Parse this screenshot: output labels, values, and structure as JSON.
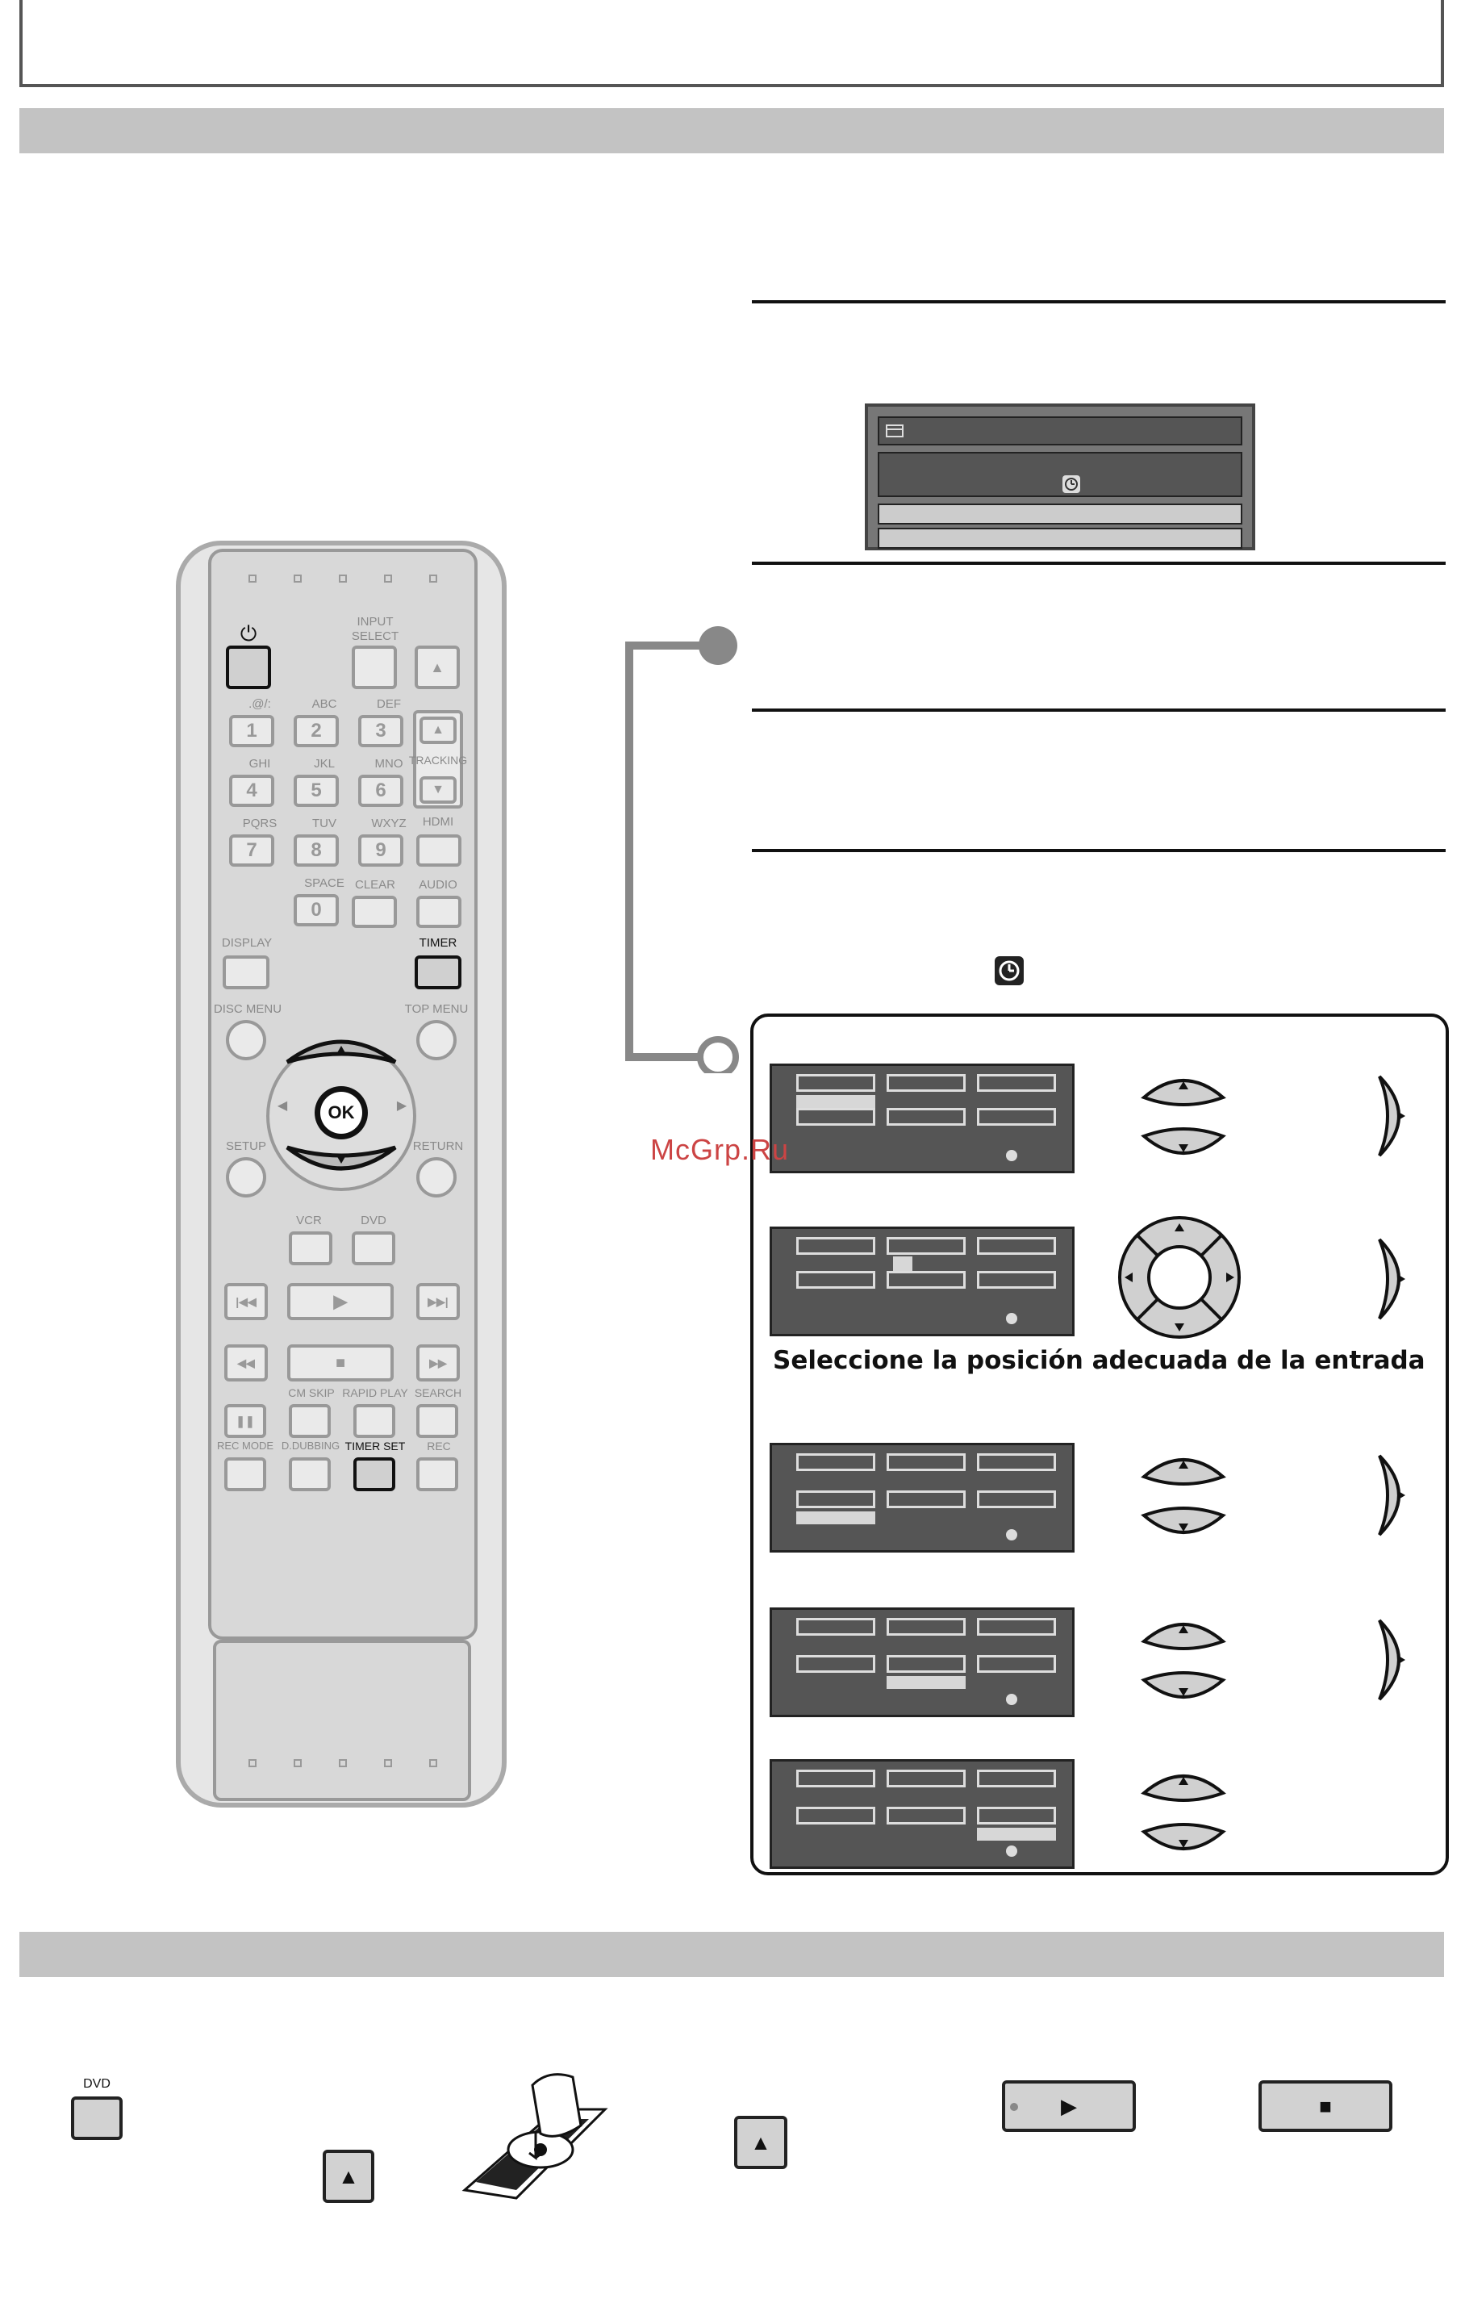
{
  "remote": {
    "power_symbol": "⏻",
    "input_select_label": "INPUT\nSELECT",
    "eject_symbol": "▲",
    "keys": [
      {
        "top": ".@/:",
        "num": "1"
      },
      {
        "top": "ABC",
        "num": "2"
      },
      {
        "top": "DEF",
        "num": "3"
      },
      {
        "top": "GHI",
        "num": "4"
      },
      {
        "top": "JKL",
        "num": "5"
      },
      {
        "top": "MNO",
        "num": "6"
      },
      {
        "top": "PQRS",
        "num": "7"
      },
      {
        "top": "TUV",
        "num": "8"
      },
      {
        "top": "WXYZ",
        "num": "9"
      },
      {
        "top": "SPACE",
        "num": "0"
      }
    ],
    "tracking_label": "TRACKING",
    "hdmi_label": "HDMI",
    "clear_label": "CLEAR",
    "audio_label": "AUDIO",
    "display_label": "DISPLAY",
    "timer_label": "TIMER",
    "disc_menu_label": "DISC MENU",
    "top_menu_label": "TOP MENU",
    "ok_label": "OK",
    "setup_label": "SETUP",
    "return_label": "RETURN",
    "vcr_label": "VCR",
    "dvd_label": "DVD",
    "play_symbol": "▶",
    "stop_symbol": "■",
    "prev_symbol": "|◀◀",
    "next_symbol": "▶▶|",
    "rew_symbol": "◀◀",
    "ff_symbol": "▶▶",
    "pause_symbol": "❚❚",
    "cm_skip_label": "CM SKIP",
    "rapid_play_label": "RAPID PLAY",
    "search_label": "SEARCH",
    "rec_mode_label": "REC MODE",
    "d_dubbing_label": "D.DUBBING",
    "timer_set_label": "TIMER SET",
    "rec_label": "REC"
  },
  "panel": {
    "caption": "Seleccione la posición adecuada de la entrada"
  },
  "watermark": "McGrp.Ru",
  "bottom": {
    "dvd_label": "DVD",
    "eject_symbol": "▲",
    "play_symbol": "▶",
    "stop_symbol": "■"
  },
  "icons": [
    "clock-icon",
    "calendar-icon",
    "power-icon",
    "up-arrow-icon",
    "down-arrow-icon",
    "right-arrow-icon",
    "disc-tray-icon"
  ]
}
